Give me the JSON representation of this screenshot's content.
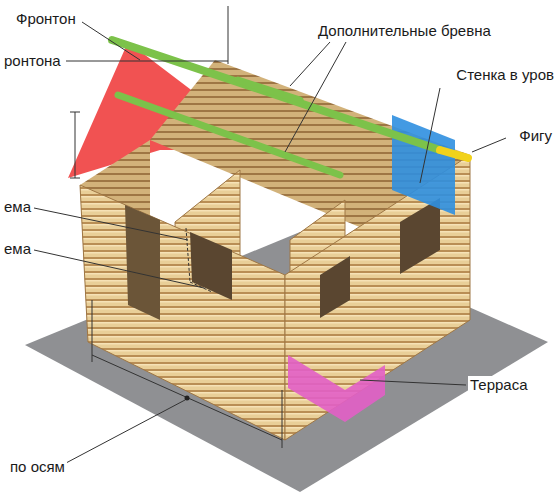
{
  "diagram": {
    "labels": [
      "Фронтон",
      "ронтона",
      "Дополнительные бревна",
      "Стенка в уров",
      "Фигу",
      "ема",
      "ема",
      "Терраса",
      "по осям"
    ]
  }
}
